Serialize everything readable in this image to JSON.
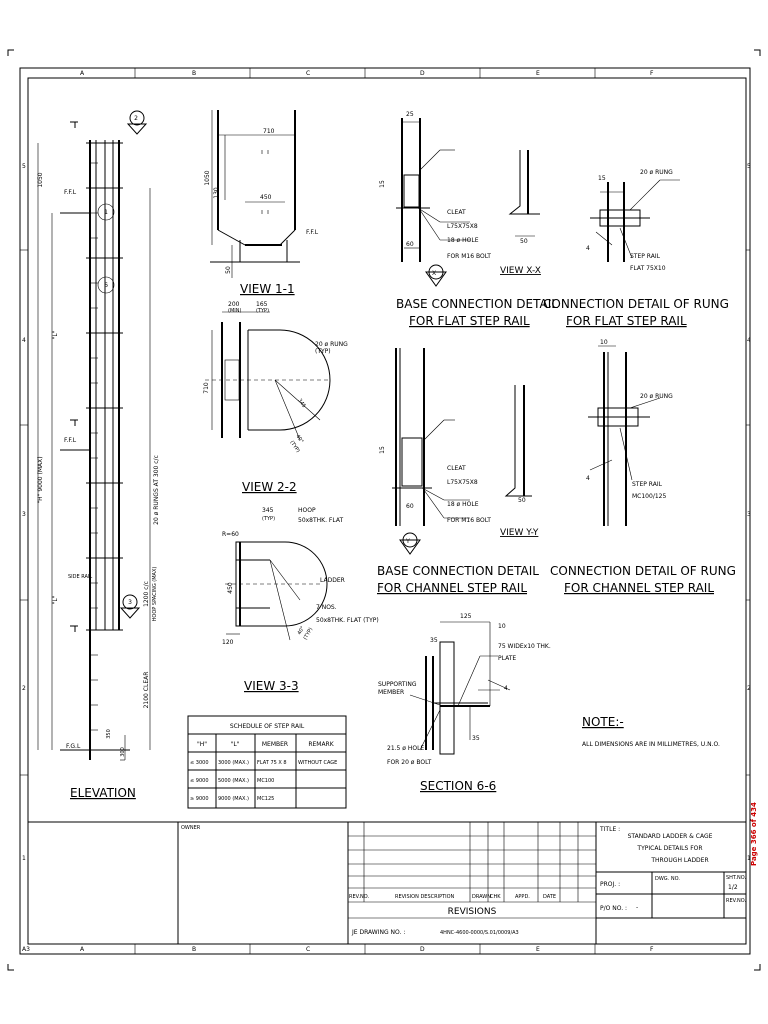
{
  "grid": {
    "columns": [
      "A",
      "B",
      "C",
      "D",
      "E",
      "F"
    ],
    "rows": [
      "5",
      "4",
      "3",
      "2",
      "1"
    ]
  },
  "elevation": {
    "title": "ELEVATION",
    "dim_top": "1050",
    "dim_h": "\"H\" 9000 (MAX)",
    "dim_l_upper": "\"L\"",
    "dim_l_lower": "\"L\"",
    "dim_rungs": "20 ø RUNGS AT 300 c/c",
    "dim_hoop": "1200 c/c",
    "dim_hoop_note": "HOOP SPACING (MAX)",
    "dim_clear": "2100 CLEAR",
    "dim_350": "350",
    "dim_300": "300",
    "ffl_1": "F.F.L",
    "ffl_2": "F.F.L",
    "ffl_3": "F.G.L",
    "side_rail": "SIDE RAIL",
    "marker_2": "2",
    "marker_1": "1",
    "marker_3": "3",
    "marker_6": "6"
  },
  "view11": {
    "title": "VIEW 1-1",
    "dim_710": "710",
    "dim_1050": "1050",
    "dim_130": "130",
    "dim_450": "450",
    "dim_50": "50",
    "ffl": "F.F.L"
  },
  "view22": {
    "title": "VIEW 2-2",
    "dim_200": "200",
    "dim_200_note": "(MIN)",
    "dim_165": "165",
    "dim_165_note": "(TYP)",
    "dim_710": "710",
    "rung": "20 ø RUNG",
    "rung_note": "(TYP)",
    "dim_345": "345",
    "dim_ang": "40°",
    "dim_ang_note": "(TYP)"
  },
  "view33": {
    "title": "VIEW 3-3",
    "dim_345": "345",
    "dim_345_note": "(TYP)",
    "hoop": "HOOP",
    "hoop_size": "50x8THK. FLAT",
    "r60": "R=60",
    "ladder": "LADDER",
    "nos": "7 NOS.",
    "flat": "50x8THK. FLAT (TYP)",
    "dim_450": "450",
    "dim_120": "120",
    "dim_ang": "40°",
    "dim_ang_note": "(TYP)"
  },
  "base_flat": {
    "title_1": "BASE CONNECTION DETAIL",
    "title_2": "FOR FLAT STEP RAIL",
    "dim_25": "25",
    "dim_15": "15",
    "cleat": "CLEAT",
    "cleat_size": "L75X75X8",
    "hole": "18 ø HOLE",
    "bolt": "FOR M16 BOLT",
    "dim_60": "60",
    "view_xx": "VIEW X-X",
    "dim_50": "50",
    "marker_x": "X"
  },
  "rung_flat": {
    "title_1": "CONNECTION DETAIL OF RUNG",
    "title_2": "FOR FLAT STEP RAIL",
    "dim_15": "15",
    "rung": "20 ø RUNG",
    "weld": "4",
    "rail": "STEP RAIL",
    "rail_size": "FLAT 75X10"
  },
  "base_channel": {
    "title_1": "BASE CONNECTION DETAIL",
    "title_2": "FOR CHANNEL STEP RAIL",
    "dim_15": "15",
    "cleat": "CLEAT",
    "cleat_size": "L75X75X8",
    "hole": "18 ø HOLE",
    "bolt": "FOR M16 BOLT",
    "dim_60": "60",
    "view_yy": "VIEW Y-Y",
    "dim_50": "50",
    "marker_y": "Y"
  },
  "rung_channel": {
    "title_1": "CONNECTION DETAIL OF RUNG",
    "title_2": "FOR CHANNEL STEP RAIL",
    "dim_10": "10",
    "rung": "20 ø RUNG",
    "weld": "4",
    "rail": "STEP RAIL",
    "rail_size": "MC100/125"
  },
  "section66": {
    "title": "SECTION 6-6",
    "dim_125": "125",
    "dim_35a": "35",
    "dim_10": "10",
    "plate": "75 WIDEx10 THK.",
    "plate_2": "PLATE",
    "support": "SUPPORTING",
    "support_2": "MEMBER",
    "weld": "4",
    "dim_35b": "35",
    "hole": "21.5 ø HOLE",
    "bolt": "FOR 20 ø BOLT"
  },
  "schedule": {
    "title": "SCHEDULE OF STEP RAIL",
    "headers": [
      "\"H\"",
      "\"L\"",
      "MEMBER",
      "REMARK"
    ],
    "rows": [
      [
        "≤ 3000",
        "3000 (MAX.)",
        "FLAT 75 X 8",
        "WITHOUT CAGE"
      ],
      [
        "≤ 9000",
        "5000 (MAX.)",
        "MC100",
        ""
      ],
      [
        "≥ 9000",
        "9000 (MAX.)",
        "MC125",
        ""
      ]
    ]
  },
  "note": {
    "title": "NOTE:-",
    "text": "ALL DIMENSIONS ARE IN MILLIMETRES, U.N.O."
  },
  "titleblock": {
    "owner": "OWNER",
    "title_label": "TITLE :",
    "title_1": "STANDARD LADDER & CAGE",
    "title_2": "TYPICAL DETAILS FOR",
    "title_3": "THROUGH LADDER",
    "proj": "PROJ. :",
    "dwg_no": "DWG. NO.",
    "sht_no": "SHT.NO.",
    "sht_val": "1/2",
    "po_no": "P/O NO. :",
    "po_val": "-",
    "rev_no": "REV.NO.",
    "rev_headers": [
      "REV.NO.",
      "REVISION DESCRIPTION",
      "DRAWN",
      "CHK",
      "APPD.",
      "DATE"
    ],
    "revisions": "REVISIONS",
    "je_label": "JE DRAWING NO. :",
    "je_val": "4HNC-4600-0000/S.01/0009/A3",
    "page": "Page 366 of 434",
    "sheet_size": "A3"
  }
}
